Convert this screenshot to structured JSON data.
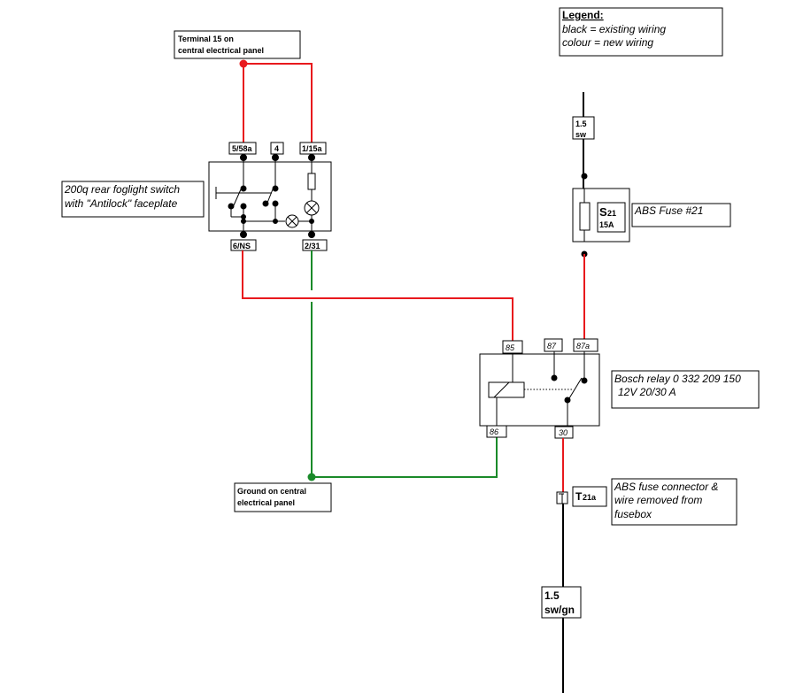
{
  "legend": {
    "title": "Legend:",
    "line1": "black = existing wiring",
    "line2": "colour = new wiring"
  },
  "colors": {
    "existing_wire": "#000000",
    "new_wire_red": "#e8191d",
    "new_wire_green": "#1a8a2a"
  },
  "terminal15": {
    "line1": "Terminal 15 on",
    "line2": "central electrical panel"
  },
  "switch": {
    "label_line1": "200q rear foglight switch",
    "label_line2": "with \"Antilock\" faceplate",
    "pin_58a": "5/58a",
    "pin_4": "4",
    "pin_15a": "1/15a",
    "pin_ns": "6/NS",
    "pin_31": "2/31"
  },
  "ground": {
    "line1": "Ground on central",
    "line2": "electrical panel"
  },
  "wire_top": {
    "line1": "1.5",
    "line2": "sw"
  },
  "fuse": {
    "code": "S",
    "sub": "21",
    "rating": "15A",
    "label": "ABS Fuse #21"
  },
  "relay": {
    "pin_85": "85",
    "pin_87": "87",
    "pin_87a": "87a",
    "pin_86": "86",
    "pin_30": "30",
    "label_line1": "Bosch relay 0 332 209 150",
    "label_line2": "12V 20/30 A"
  },
  "connector": {
    "code": "T",
    "sub": "21a",
    "label_line1": "ABS fuse connector  &",
    "label_line2": "wire removed from",
    "label_line3": "fusebox"
  },
  "wire_bottom": {
    "line1": "1.5",
    "line2": "sw/gn"
  }
}
